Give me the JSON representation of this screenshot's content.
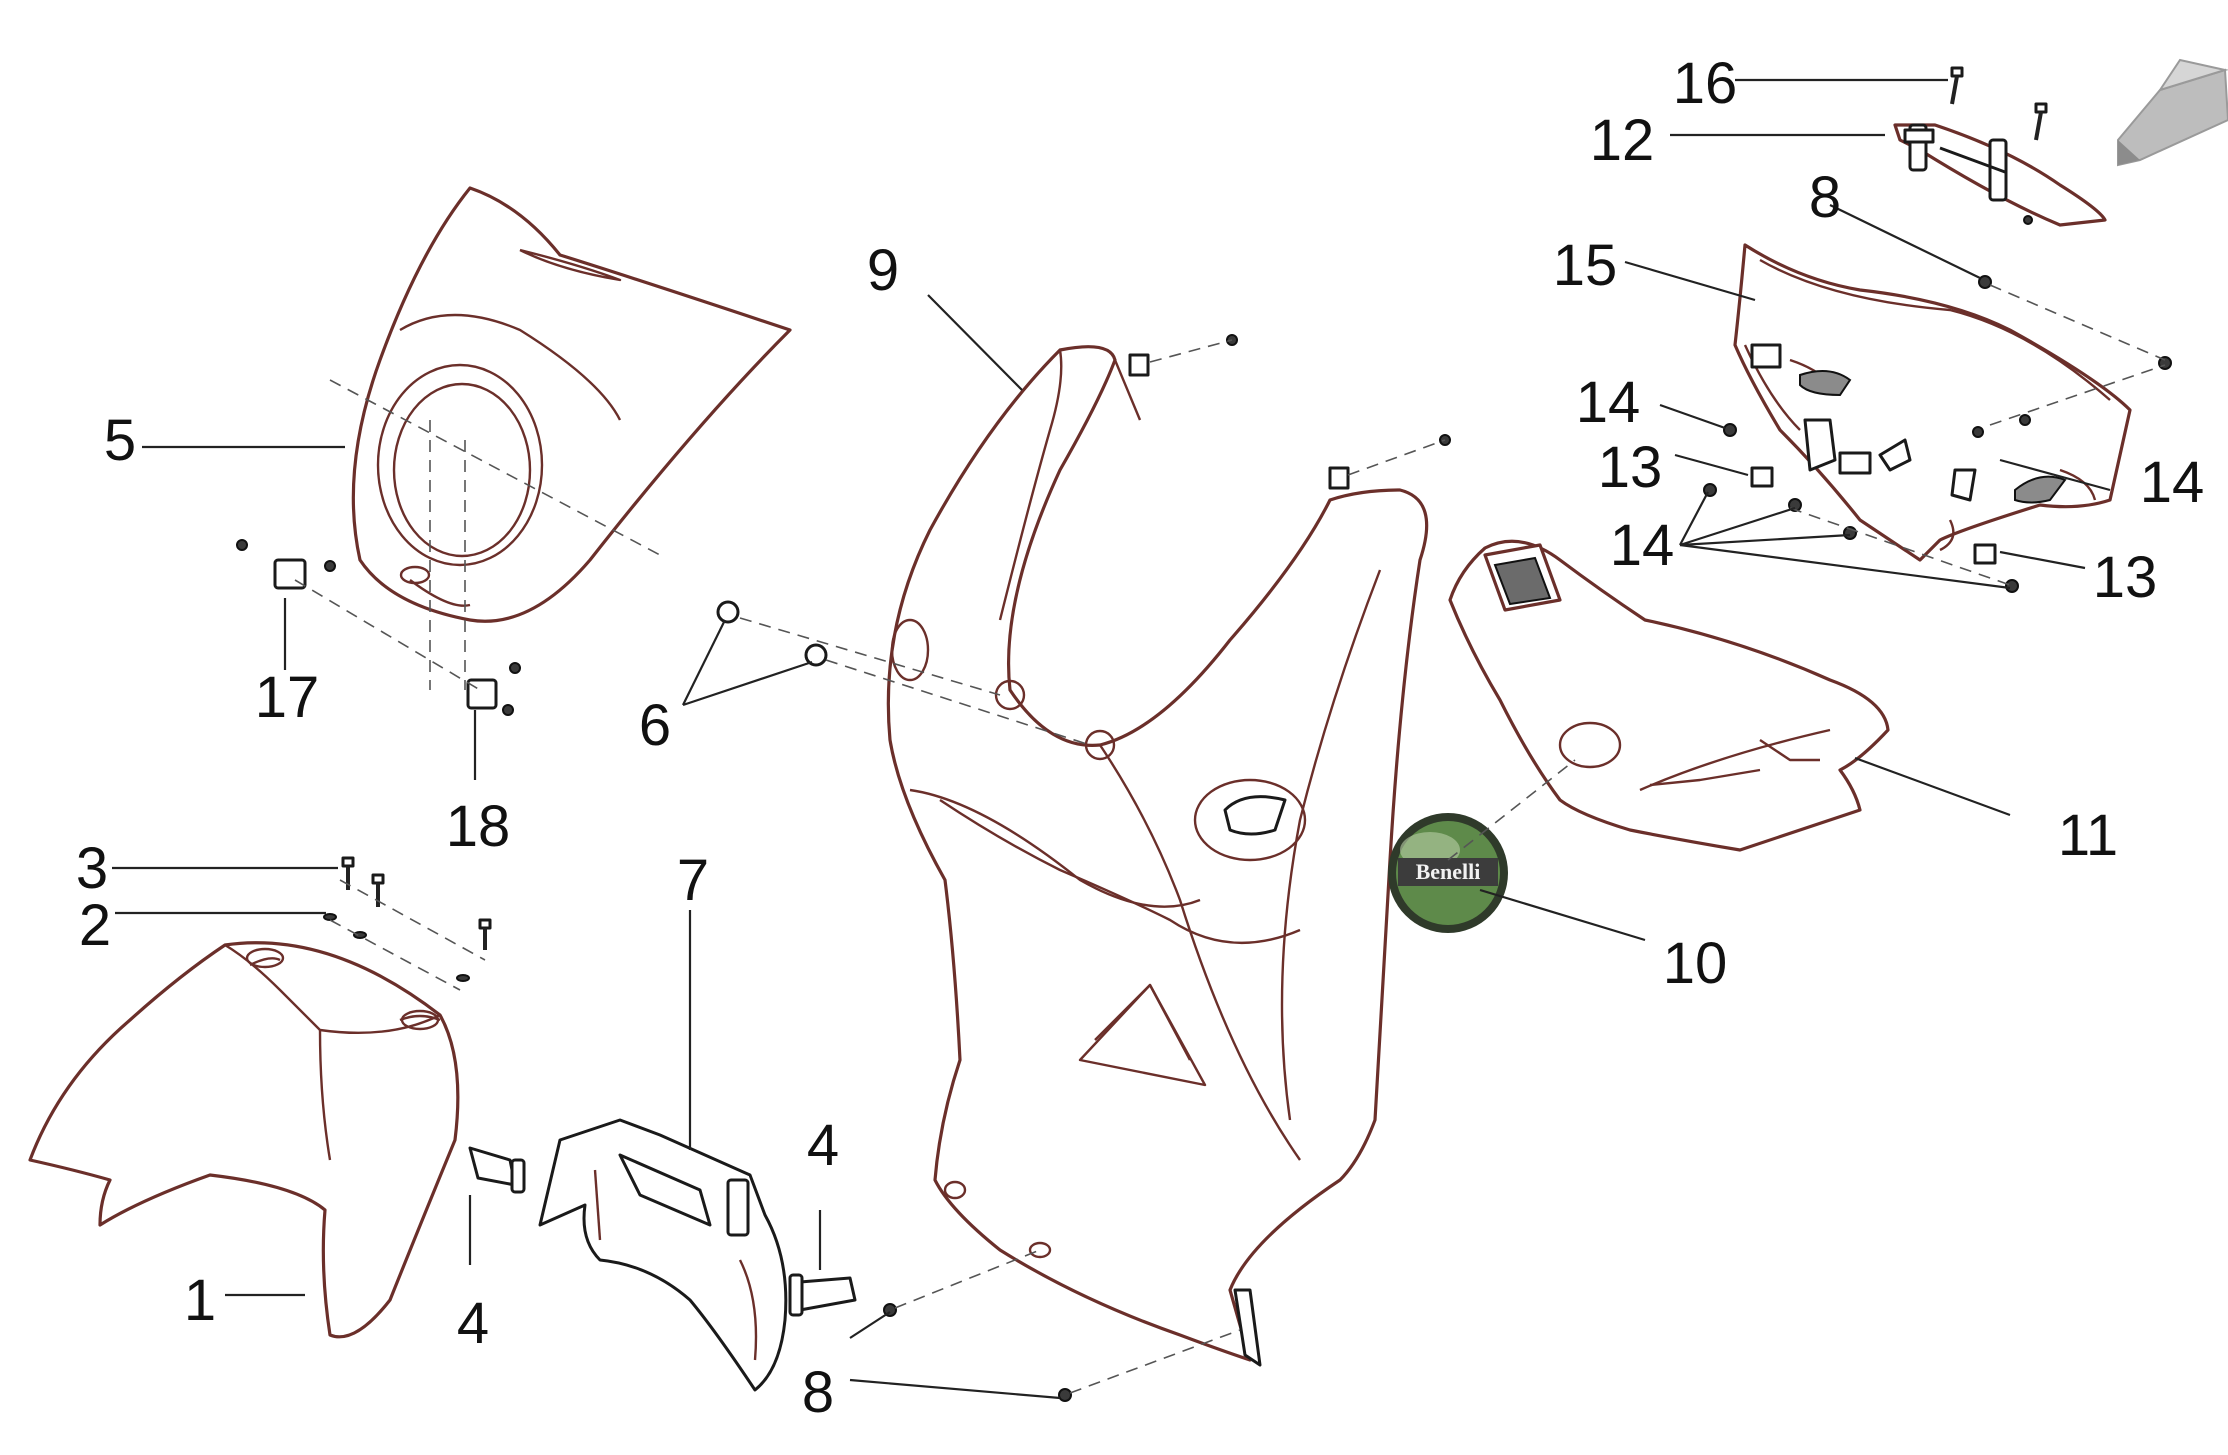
{
  "labels": {
    "p1": "1",
    "p2": "2",
    "p3": "3",
    "p4a": "4",
    "p4b": "4",
    "p5": "5",
    "p6": "6",
    "p7": "7",
    "p8a": "8",
    "p8b": "8",
    "p9": "9",
    "p10": "10",
    "p11": "11",
    "p12": "12",
    "p13a": "13",
    "p13b": "13",
    "p14a": "14",
    "p14b": "14",
    "p14c": "14",
    "p15": "15",
    "p16": "16",
    "p17": "17",
    "p18": "18"
  },
  "badge": {
    "text": "Benelli"
  },
  "icons": {
    "direction": "direction-arrow-icon"
  },
  "colors": {
    "part_outline": "#6b2f2a",
    "leader_line": "#222222",
    "badge_green": "#5e8a4a",
    "arrow_gray": "#9a9a9a"
  }
}
